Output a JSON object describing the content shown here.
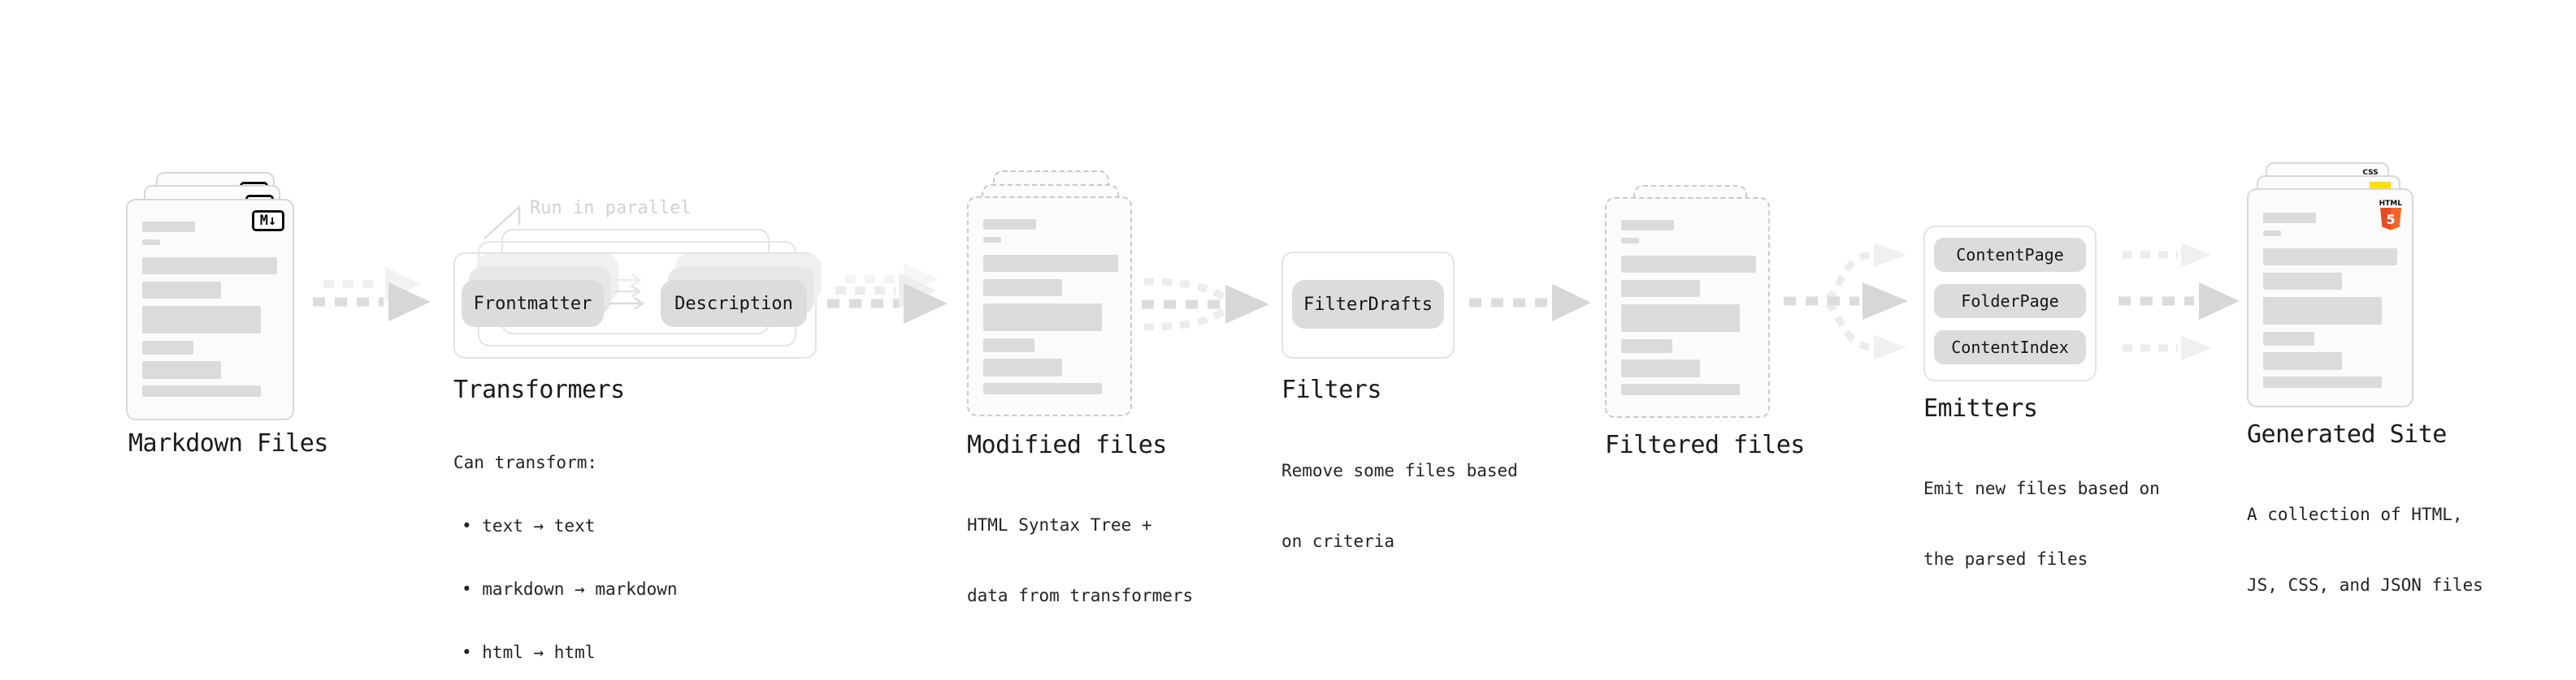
{
  "diagram": {
    "markdown_files": {
      "label": "Markdown Files",
      "icon_text": "M↓"
    },
    "transformers": {
      "note": "Run in parallel",
      "nodes": [
        "Frontmatter",
        "Description"
      ],
      "heading": "Transformers",
      "desc_title": "Can transform:",
      "bullets": [
        "• text → text",
        "• markdown → markdown",
        "• html → html"
      ]
    },
    "modified_files": {
      "label": "Modified files",
      "desc": [
        "HTML Syntax Tree +",
        "data from transformers"
      ]
    },
    "filters": {
      "heading": "Filters",
      "nodes": [
        "FilterDrafts"
      ],
      "desc": [
        "Remove some files based",
        "on criteria"
      ]
    },
    "filtered_files": {
      "label": "Filtered files"
    },
    "emitters": {
      "heading": "Emitters",
      "nodes": [
        "ContentPage",
        "FolderPage",
        "ContentIndex"
      ],
      "desc": [
        "Emit new files based on",
        "the parsed files"
      ]
    },
    "generated_site": {
      "label": "Generated Site",
      "desc": [
        "A collection of HTML,",
        "JS, CSS, and JSON files"
      ],
      "icons": {
        "html5_word": "HTML",
        "html5_number": "5",
        "css_word": "CSS"
      }
    }
  },
  "colors": {
    "background": "#ffffff",
    "card_border": "#d8d8d8",
    "card_bg": "#fbfbfb",
    "placeholder_bar": "#dbdbdb",
    "node_bg": "#dcdcdc",
    "frame_border": "#e4e4e4",
    "arrow_main": "#d7d7d7",
    "arrow_echo": "#ececec",
    "text": "#1b1b1b",
    "note_text": "#d2d2d2",
    "html5_orange": "#e44d26",
    "html5_orange_light": "#f16529",
    "css_blue": "#2962ff",
    "js_yellow": "#ffe000"
  }
}
